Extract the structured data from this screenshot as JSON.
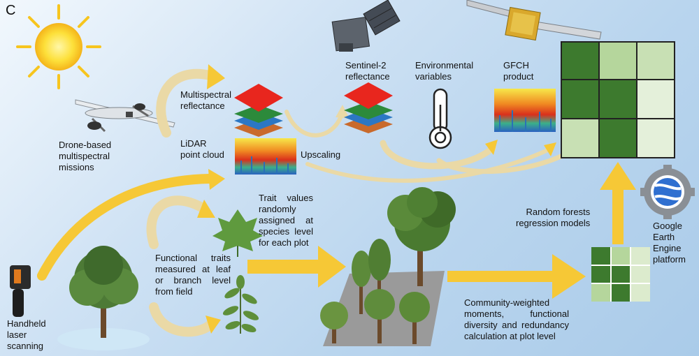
{
  "panel_letter": "C",
  "labels": {
    "drone": "Drone-based\nmultispectral\nmissions",
    "multispectral": "Multispectral\nreflectance",
    "lidar": "LiDAR\npoint cloud",
    "upscaling": "Upscaling",
    "sentinel": "Sentinel-2\nreflectance",
    "environmental": "Environmental\nvariables",
    "gfch": "GFCH\nproduct",
    "trait_values": "Trait values randomly assigned at species level for each plot",
    "functional_traits": "Functional traits measured at leaf or branch level from field",
    "random_forests": "Random forests\nregression models",
    "google": "Google\nEarth\nEngine\nplatform",
    "community": "Community-weighted moments, functional diversity and redundancy calculation at plot level",
    "handheld": "Handheld\nlaser\nscanning"
  },
  "colors": {
    "dark_green": "#3d7a2e",
    "light_green": "#b5d69c",
    "pale_green": "#dcebcd",
    "arrow_yellow": "#f6c836",
    "arrow_beige": "#ead9a6",
    "layer_red": "#e8261e",
    "layer_green": "#2c8a3b",
    "layer_blue": "#2c77c4",
    "layer_orange": "#c96a2c"
  },
  "icons": [
    "sun-icon",
    "drone-icon",
    "satellite-icon",
    "thermometer-icon",
    "laser-scanner-icon",
    "google-earth-engine-icon",
    "tree-icon",
    "leaf-icon",
    "shrub-icon"
  ]
}
